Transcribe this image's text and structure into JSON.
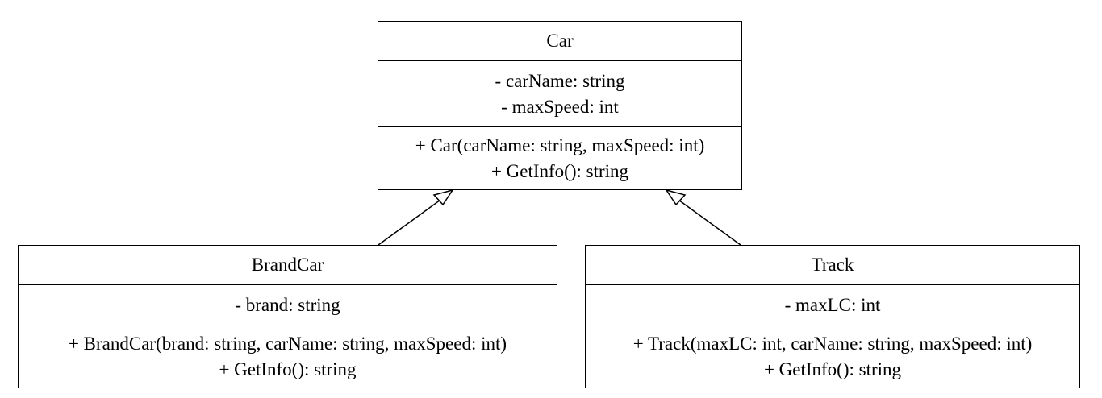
{
  "classes": {
    "car": {
      "name": "Car",
      "attributes": [
        "- carName: string",
        "- maxSpeed: int"
      ],
      "operations": [
        "+ Car(carName: string, maxSpeed: int)",
        "+ GetInfo(): string"
      ]
    },
    "brandcar": {
      "name": "BrandCar",
      "attributes": [
        "- brand: string"
      ],
      "operations": [
        "+ BrandCar(brand: string, carName: string, maxSpeed: int)",
        "+ GetInfo(): string"
      ]
    },
    "track": {
      "name": "Track",
      "attributes": [
        "- maxLC: int"
      ],
      "operations": [
        "+ Track(maxLC: int, carName: string, maxSpeed: int)",
        "+ GetInfo(): string"
      ]
    }
  },
  "relations": [
    {
      "type": "generalization",
      "from": "BrandCar",
      "to": "Car"
    },
    {
      "type": "generalization",
      "from": "Track",
      "to": "Car"
    }
  ],
  "colors": {
    "stroke": "#000000",
    "background": "#ffffff"
  }
}
